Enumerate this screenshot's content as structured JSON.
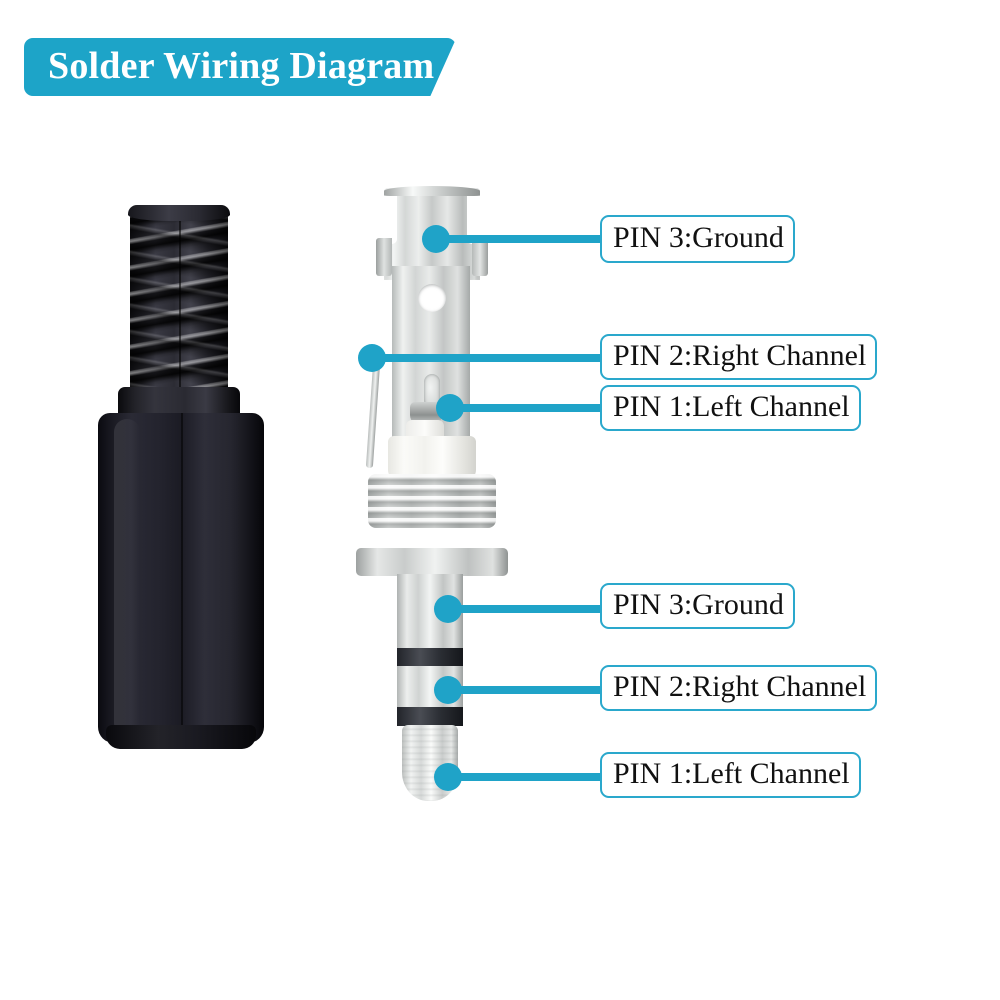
{
  "banner": {
    "title": "Solder Wiring Diagram",
    "background_color": "#1da4c8",
    "text_color": "#ffffff"
  },
  "theme": {
    "accent_color": "#1fa3c8",
    "callout_border_color": "#2aa8cc",
    "callout_text_color": "#111111",
    "page_background": "#ffffff"
  },
  "callouts": [
    {
      "id": "jack-pin3",
      "label": "PIN 3:Ground"
    },
    {
      "id": "jack-pin2",
      "label": "PIN 2:Right Channel"
    },
    {
      "id": "jack-pin1",
      "label": "PIN 1:Left Channel"
    },
    {
      "id": "plug-pin3",
      "label": "PIN 3:Ground"
    },
    {
      "id": "plug-pin2",
      "label": "PIN 2:Right Channel"
    },
    {
      "id": "plug-pin1",
      "label": "PIN 1:Left Channel"
    }
  ],
  "parts": {
    "left": "black-connector-housing",
    "right": "metal-3.5mm-connector"
  }
}
